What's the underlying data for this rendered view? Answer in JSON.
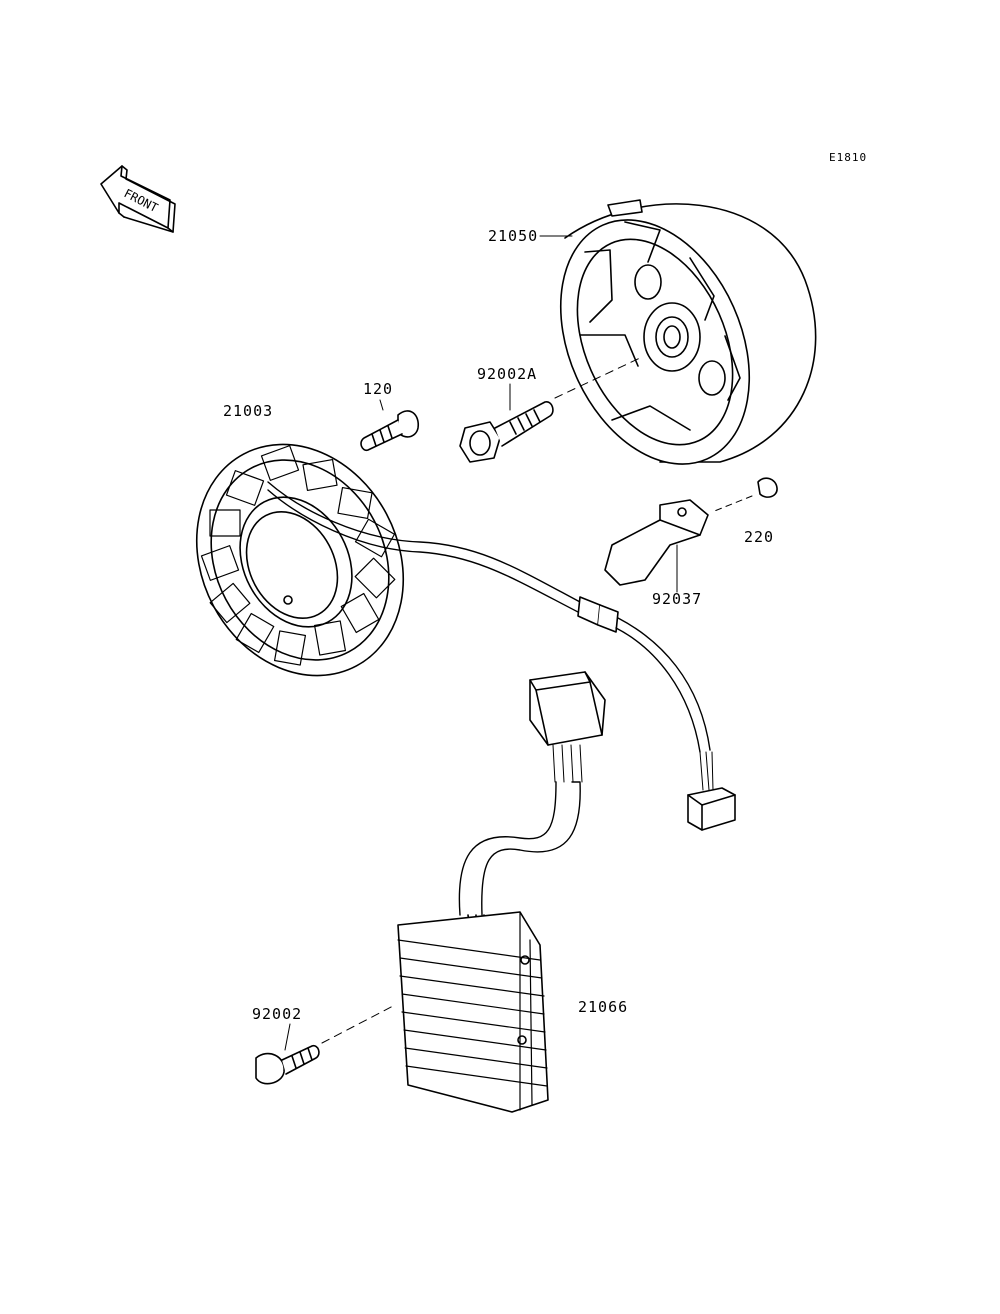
{
  "diagram": {
    "code": "E1810",
    "front_label": "FRONT"
  },
  "parts": {
    "flywheel": "21050",
    "flywheel_bolt": "92002A",
    "stator": "21003",
    "stator_bolt": "120",
    "bracket": "92037",
    "bracket_screw": "220",
    "regulator": "21066",
    "regulator_bolt": "92002"
  }
}
